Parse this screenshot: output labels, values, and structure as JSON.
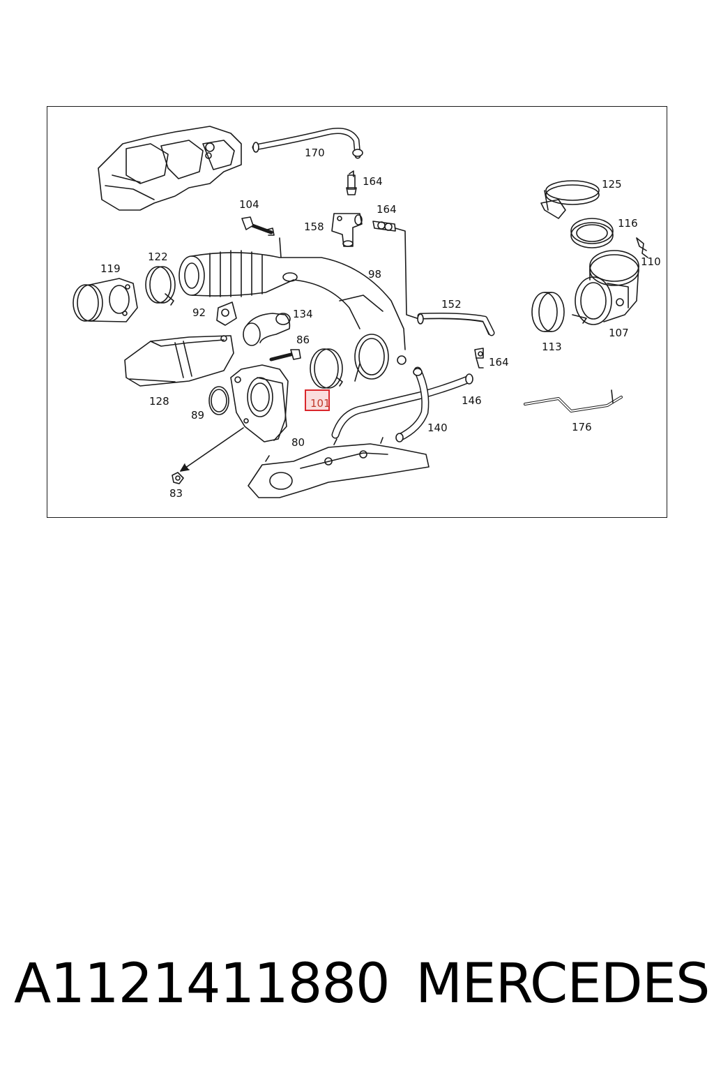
{
  "diagram": {
    "callouts": [
      {
        "id": "170",
        "label": "170"
      },
      {
        "id": "164a",
        "label": "164"
      },
      {
        "id": "104",
        "label": "104"
      },
      {
        "id": "164b",
        "label": "164"
      },
      {
        "id": "158",
        "label": "158"
      },
      {
        "id": "125",
        "label": "125"
      },
      {
        "id": "116",
        "label": "116"
      },
      {
        "id": "110",
        "label": "110"
      },
      {
        "id": "122",
        "label": "122"
      },
      {
        "id": "119",
        "label": "119"
      },
      {
        "id": "98",
        "label": "98"
      },
      {
        "id": "152",
        "label": "152"
      },
      {
        "id": "92",
        "label": "92"
      },
      {
        "id": "134",
        "label": "134"
      },
      {
        "id": "113",
        "label": "113"
      },
      {
        "id": "107",
        "label": "107"
      },
      {
        "id": "86",
        "label": "86"
      },
      {
        "id": "164c",
        "label": "164"
      },
      {
        "id": "128",
        "label": "128"
      },
      {
        "id": "101",
        "label": "101"
      },
      {
        "id": "146",
        "label": "146"
      },
      {
        "id": "89",
        "label": "89"
      },
      {
        "id": "176",
        "label": "176"
      },
      {
        "id": "140",
        "label": "140"
      },
      {
        "id": "80",
        "label": "80"
      },
      {
        "id": "83",
        "label": "83"
      }
    ],
    "selected_part": "101",
    "highlight_color": "#d9262b"
  },
  "footer": {
    "part_number": "A1121411880",
    "brand": "MERCEDES"
  }
}
